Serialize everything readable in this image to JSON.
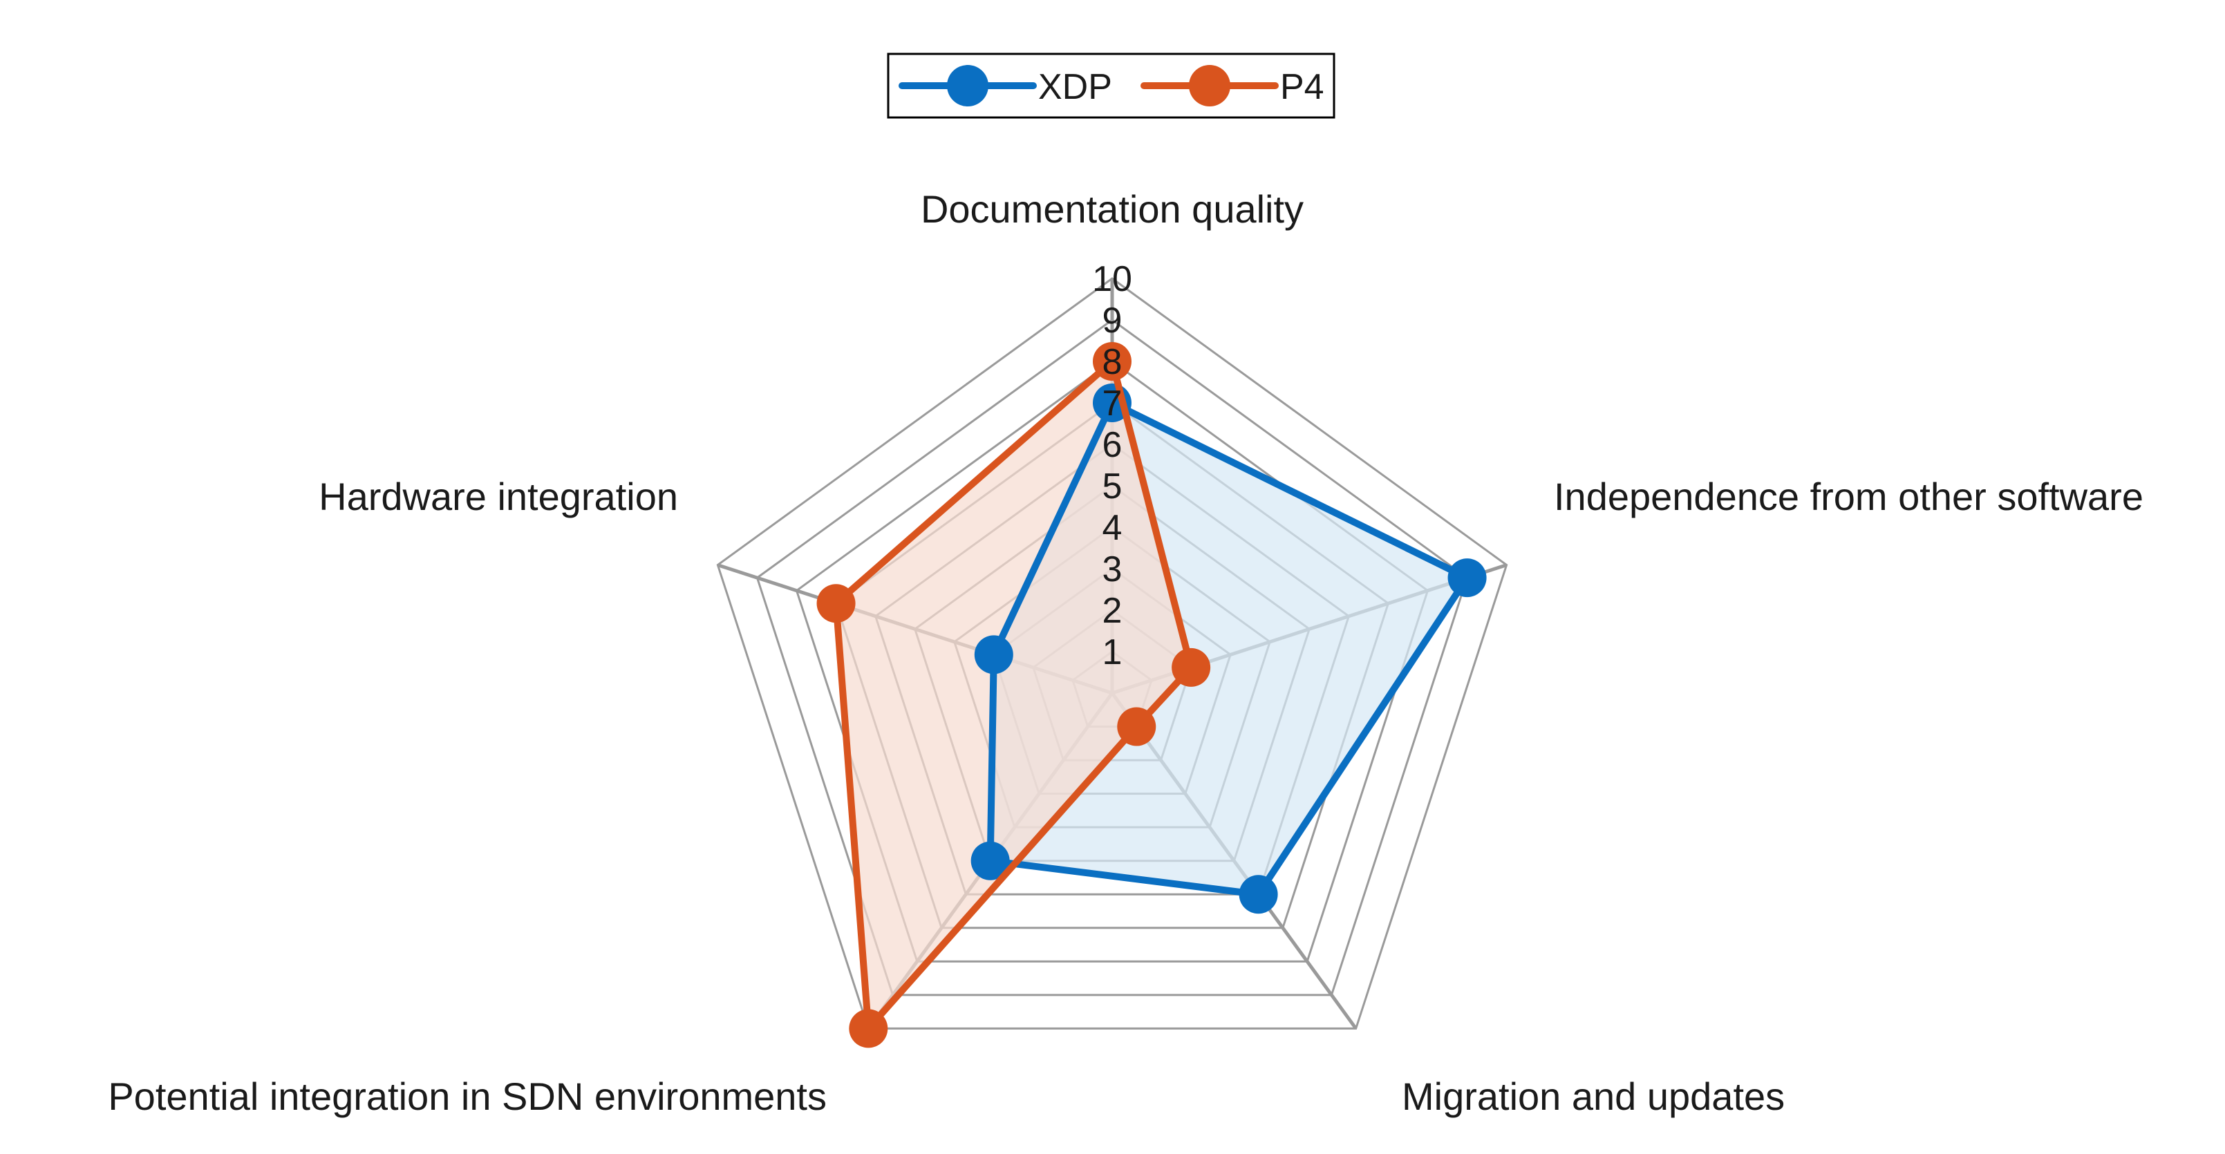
{
  "chart_data": {
    "type": "radar",
    "title": "",
    "axes": [
      "Documentation quality",
      "Independence from other software",
      "Migration and updates",
      "Potential integration in SDN environments",
      "Hardware integration"
    ],
    "scale": {
      "min": 0,
      "max": 10,
      "step": 1
    },
    "tick_labels": [
      "1",
      "2",
      "3",
      "4",
      "5",
      "6",
      "7",
      "8",
      "9",
      "10"
    ],
    "grid": true,
    "legend_position": "top-center",
    "series": [
      {
        "name": "XDP",
        "values": [
          7,
          9,
          6,
          5,
          3
        ],
        "color": "#0a6fc2",
        "fill": "#d6e8f5"
      },
      {
        "name": "P4",
        "values": [
          8,
          2,
          1,
          10,
          7
        ],
        "color": "#d9541e",
        "fill": "#f6dcd0"
      }
    ]
  }
}
